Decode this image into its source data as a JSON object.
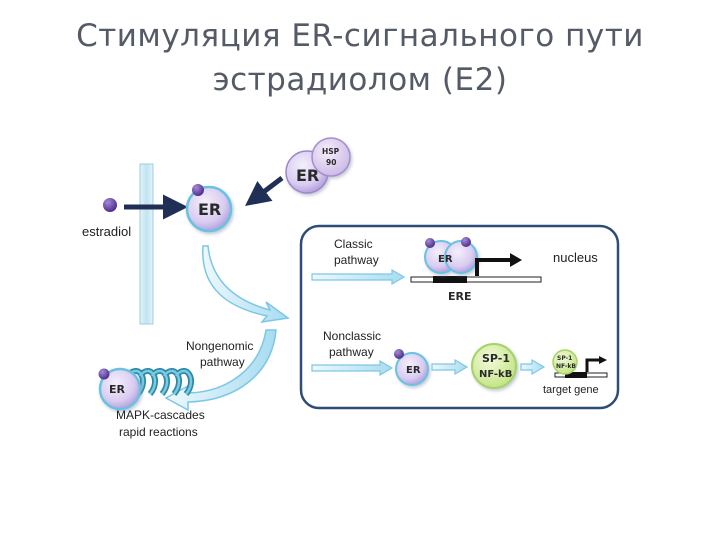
{
  "title": {
    "line1": "Стимуляция ER-сигнального пути",
    "line2": "эстрадиолом (E2)"
  },
  "diagram": {
    "hsp_label_1": "HSP",
    "hsp_label_2": "90",
    "er_label": "ER",
    "estradiol_label": "estradiol",
    "classic_pathway_1": "Classic",
    "classic_pathway_2": "pathway",
    "nucleus_label": "nucleus",
    "ere_label": "ERE",
    "nonclassic_pathway_1": "Nonclassic",
    "nonclassic_pathway_2": "pathway",
    "sp1_label": "SP-1",
    "nfkb_label": "NF-kB",
    "sp1_small": "SP-1",
    "nfkb_small": "NF-kB",
    "target_gene_label": "target gene",
    "nongenomic_1": "Nongenomic",
    "nongenomic_2": "pathway",
    "mapk_1": "MAPK-cascades",
    "mapk_2": "rapid reactions"
  },
  "colors": {
    "er_fill": "#d9ccf0",
    "estradiol": "#6b4aa8",
    "membrane": "#bfe3f2",
    "nucleus_border": "#2d4d78",
    "sp1_fill": "#d8eea0"
  }
}
